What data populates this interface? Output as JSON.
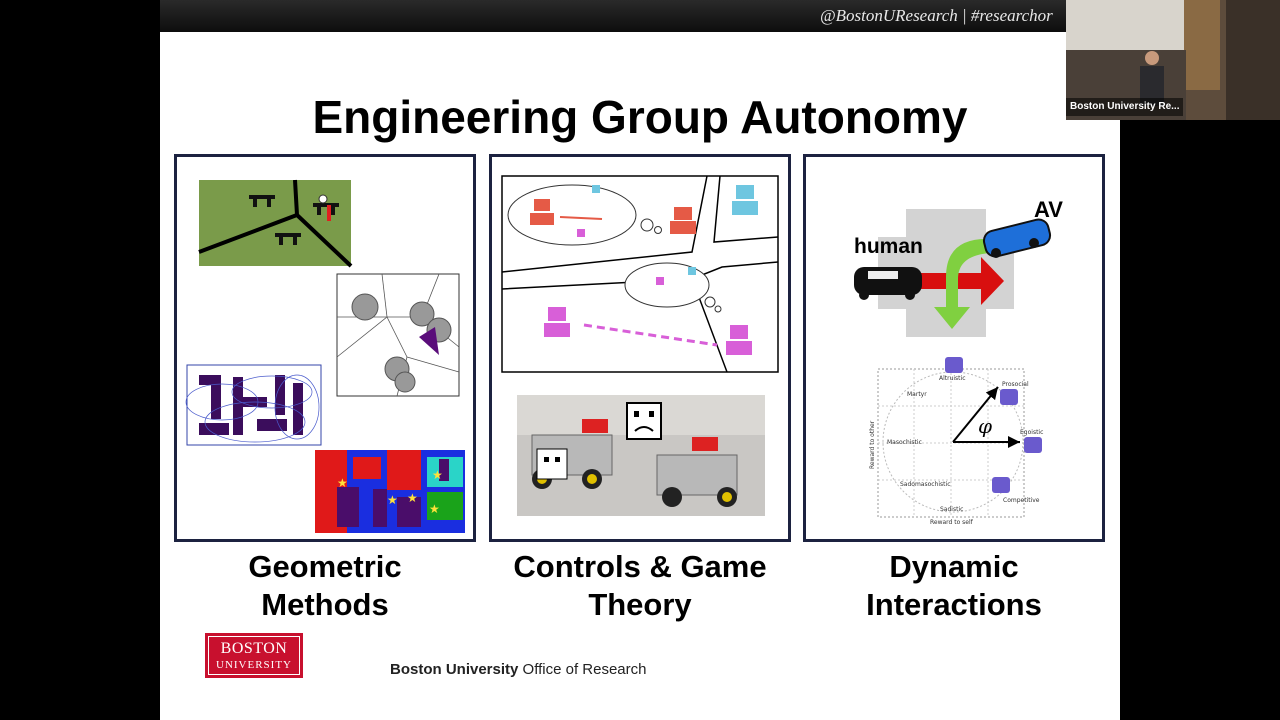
{
  "overlay": {
    "hashtag": "@BostonUResearch | #researchor"
  },
  "slide": {
    "title": "Engineering Group Autonomy",
    "panels": [
      {
        "caption_line1": "Geometric",
        "caption_line2": "Methods"
      },
      {
        "caption_line1": "Controls & Game",
        "caption_line2": "Theory"
      },
      {
        "caption_line1": "Dynamic",
        "caption_line2": "Interactions"
      }
    ],
    "panel3": {
      "av_label": "AV",
      "human_label": "human",
      "svo_labels": {
        "altruistic": "Altruistic",
        "prosocial": "Prosocial",
        "martyr": "Martyr",
        "masochistic": "Masochistic",
        "egoistic": "Egoistic",
        "sadomasochistic": "Sadomasochistic",
        "sadistic": "Sadistic",
        "competitive": "Competitive",
        "x_axis": "Reward to self",
        "y_axis": "Reward to other",
        "angle": "φ"
      }
    },
    "footer": {
      "logo_line1": "BOSTON",
      "logo_line2": "UNIVERSITY",
      "office_bold": "Boston University",
      "office_rest": " Office of Research"
    }
  },
  "webcam": {
    "name": "Boston University Re..."
  },
  "colors": {
    "panel_border": "#1c2240",
    "bu_red": "#c8102e",
    "robot_red": "#e55a46",
    "robot_cyan": "#6ec6e0",
    "robot_pink": "#d85fd8"
  }
}
